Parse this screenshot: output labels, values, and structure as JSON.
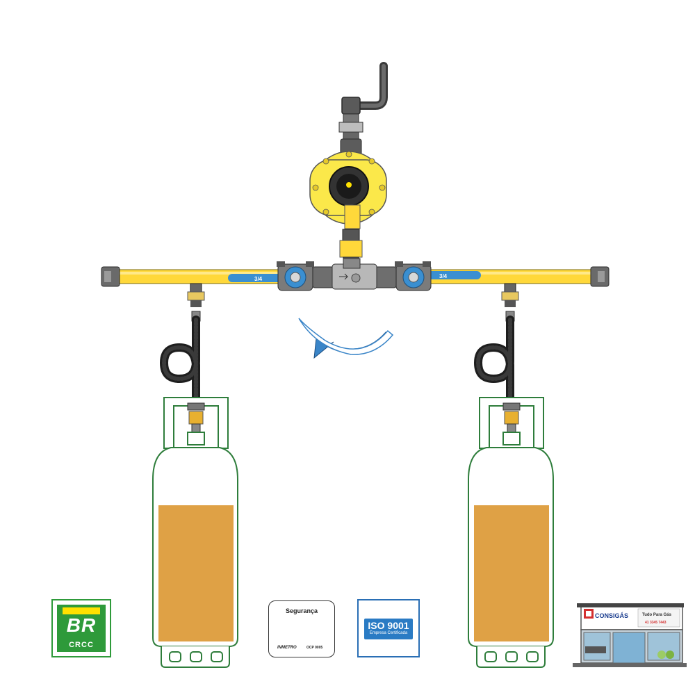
{
  "pipe_labels": {
    "left": "3/4",
    "right": "3/4"
  },
  "logos": {
    "br": {
      "main": "BR",
      "sub": "CRCC"
    },
    "inmetro": {
      "title": "Segurança",
      "mark_left": "INMETRO",
      "mark_right": "OCP 0005"
    },
    "iso": {
      "main": "ISO 9001",
      "sub": "Empresa Certificada"
    },
    "store": {
      "name": "CONSIGÁS",
      "tagline": "Tudo Para Gás",
      "phone": "41 3345 7443"
    }
  },
  "cylinders": [
    {
      "side": "left",
      "fill_level": 0.55
    },
    {
      "side": "right",
      "fill_level": 0.55
    }
  ],
  "colors": {
    "pipe_yellow": "#ffd83a",
    "valve_blue": "#3a8fd1",
    "regulator_yellow": "#fbe84a",
    "cylinder_outline": "#2e7d3b",
    "gas_fill": "#dfa145",
    "arrow_blue": "#3a85c8"
  }
}
